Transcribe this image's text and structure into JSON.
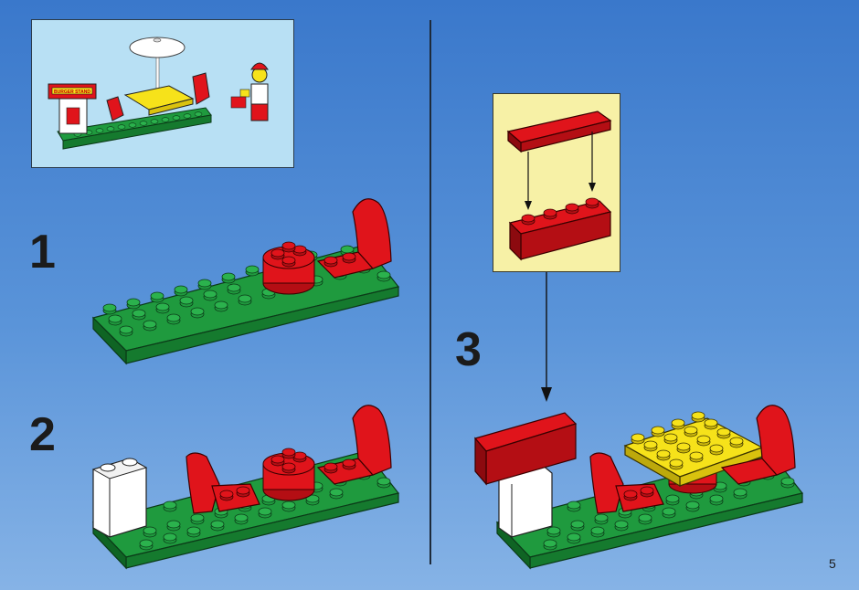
{
  "steps": [
    {
      "number": "1"
    },
    {
      "number": "2"
    },
    {
      "number": "3"
    }
  ],
  "page_number": "5",
  "preview_sign_text": "BURGER STAND",
  "colors": {
    "background_top": "#3a78cb",
    "background_bottom": "#86b3e6",
    "baseplate_green": "#1f9a3e",
    "brick_red": "#e0141b",
    "tile_yellow": "#f6e21a",
    "brick_white": "#ffffff",
    "preview_bg": "#b8e0f4",
    "callout_bg": "#f7f1a6"
  }
}
